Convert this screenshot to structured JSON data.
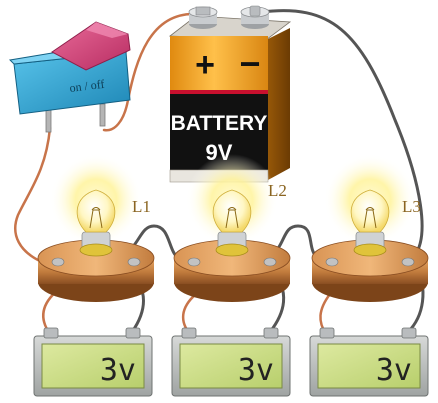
{
  "switch": {
    "label": "on / off",
    "icon": "rocker-switch-icon"
  },
  "battery": {
    "plus": "+",
    "minus": "−",
    "brand": "BATTERY",
    "voltage": "9V",
    "colors": {
      "top": "#f2a51e",
      "band": "#111111",
      "base": "#e9e6df",
      "stripe": "#c8102e"
    }
  },
  "bulbs": [
    {
      "label": "L1",
      "icon": "light-bulb-icon"
    },
    {
      "label": "L2",
      "icon": "light-bulb-icon"
    },
    {
      "label": "L3",
      "icon": "light-bulb-icon"
    }
  ],
  "meters": [
    {
      "reading": "3v",
      "icon": "voltmeter-icon"
    },
    {
      "reading": "3v",
      "icon": "voltmeter-icon"
    },
    {
      "reading": "3v",
      "icon": "voltmeter-icon"
    }
  ],
  "colors": {
    "wire_copper": "#c8744a",
    "wire_gray": "#555555",
    "glow": "#fff6a8",
    "bulb_base": "#c07a3c",
    "lcd": "#c9dd7f",
    "switch_body": "#2aa4d4",
    "switch_rocker": "#d5447a"
  }
}
